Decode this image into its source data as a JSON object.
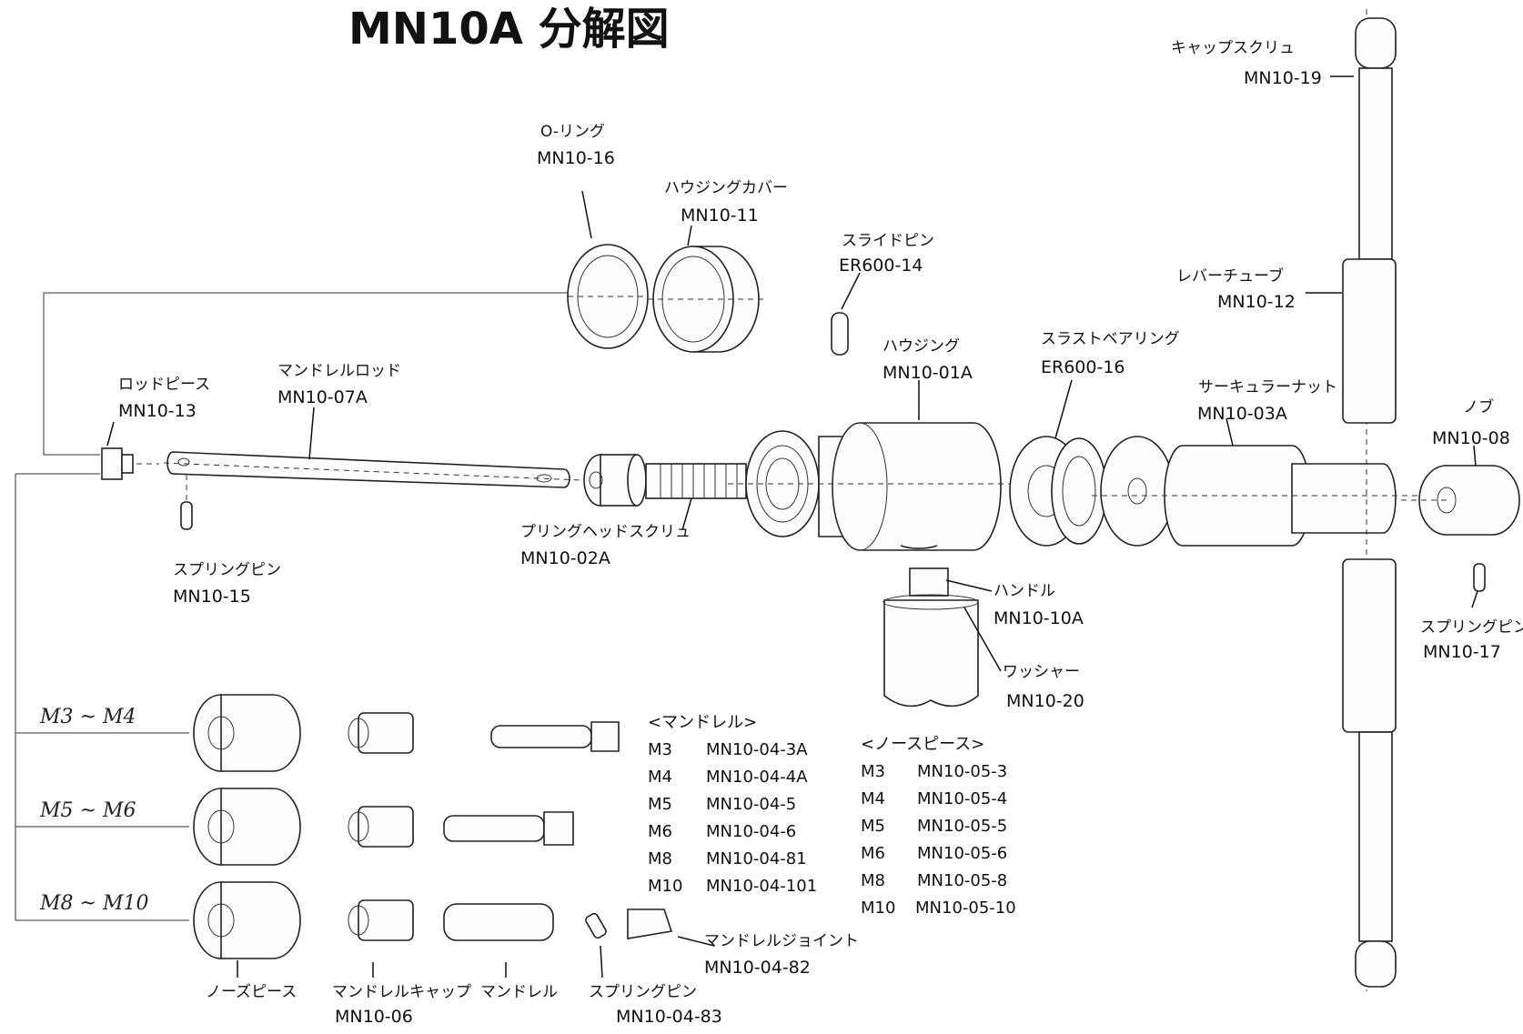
{
  "title": "MN10A 分解図",
  "parts": {
    "cap_screw": {
      "name": "キャップスクリュ",
      "code": "MN10-19"
    },
    "lever_tube": {
      "name": "レバーチューブ",
      "code": "MN10-12"
    },
    "circular_nut": {
      "name": "サーキュラーナット",
      "code": "MN10-03A"
    },
    "knob": {
      "name": "ノブ",
      "code": "MN10-08"
    },
    "spring_pin_17": {
      "name": "スプリングピン",
      "code": "MN10-17"
    },
    "o_ring": {
      "name": "O-リング",
      "code": "MN10-16"
    },
    "housing_cover": {
      "name": "ハウジングカバー",
      "code": "MN10-11"
    },
    "slide_pin": {
      "name": "スライドピン",
      "code": "ER600-14"
    },
    "housing": {
      "name": "ハウジング",
      "code": "MN10-01A"
    },
    "thrust_bearing": {
      "name": "スラストベアリング",
      "code": "ER600-16"
    },
    "rod_piece": {
      "name": "ロッドピース",
      "code": "MN10-13"
    },
    "mandrel_rod": {
      "name": "マンドレルロッド",
      "code": "MN10-07A"
    },
    "spring_pin_15": {
      "name": "スプリングピン",
      "code": "MN10-15"
    },
    "pulling_head_screw": {
      "name": "プリングヘッドスクリュ",
      "code": "MN10-02A"
    },
    "handle": {
      "name": "ハンドル",
      "code": "MN10-10A"
    },
    "washer": {
      "name": "ワッシャー",
      "code": "MN10-20"
    },
    "nose_piece": {
      "name": "ノーズピース"
    },
    "mandrel_cap": {
      "name": "マンドレルキャップ",
      "code": "MN10-06"
    },
    "mandrel": {
      "name": "マンドレル"
    },
    "spring_pin_83": {
      "name": "スプリングピン",
      "code": "MN10-04-83"
    },
    "mandrel_joint": {
      "name": "マンドレルジョイント",
      "code": "MN10-04-82"
    }
  },
  "size_rows": [
    "M3 ~ M4",
    "M5 ~ M6",
    "M8 ~ M10"
  ],
  "mandrel_table": {
    "heading": "<マンドレル>",
    "rows": [
      {
        "size": "M3",
        "code": "MN10-04-3A"
      },
      {
        "size": "M4",
        "code": "MN10-04-4A"
      },
      {
        "size": "M5",
        "code": "MN10-04-5"
      },
      {
        "size": "M6",
        "code": "MN10-04-6"
      },
      {
        "size": "M8",
        "code": "MN10-04-81"
      },
      {
        "size": "M10",
        "code": "MN10-04-101"
      }
    ]
  },
  "nose_table": {
    "heading": "<ノースピース>",
    "rows": [
      {
        "size": "M3",
        "code": "MN10-05-3"
      },
      {
        "size": "M4",
        "code": "MN10-05-4"
      },
      {
        "size": "M5",
        "code": "MN10-05-5"
      },
      {
        "size": "M6",
        "code": "MN10-05-6"
      },
      {
        "size": "M8",
        "code": "MN10-05-8"
      },
      {
        "size": "M10",
        "code": "MN10-05-10"
      }
    ]
  }
}
